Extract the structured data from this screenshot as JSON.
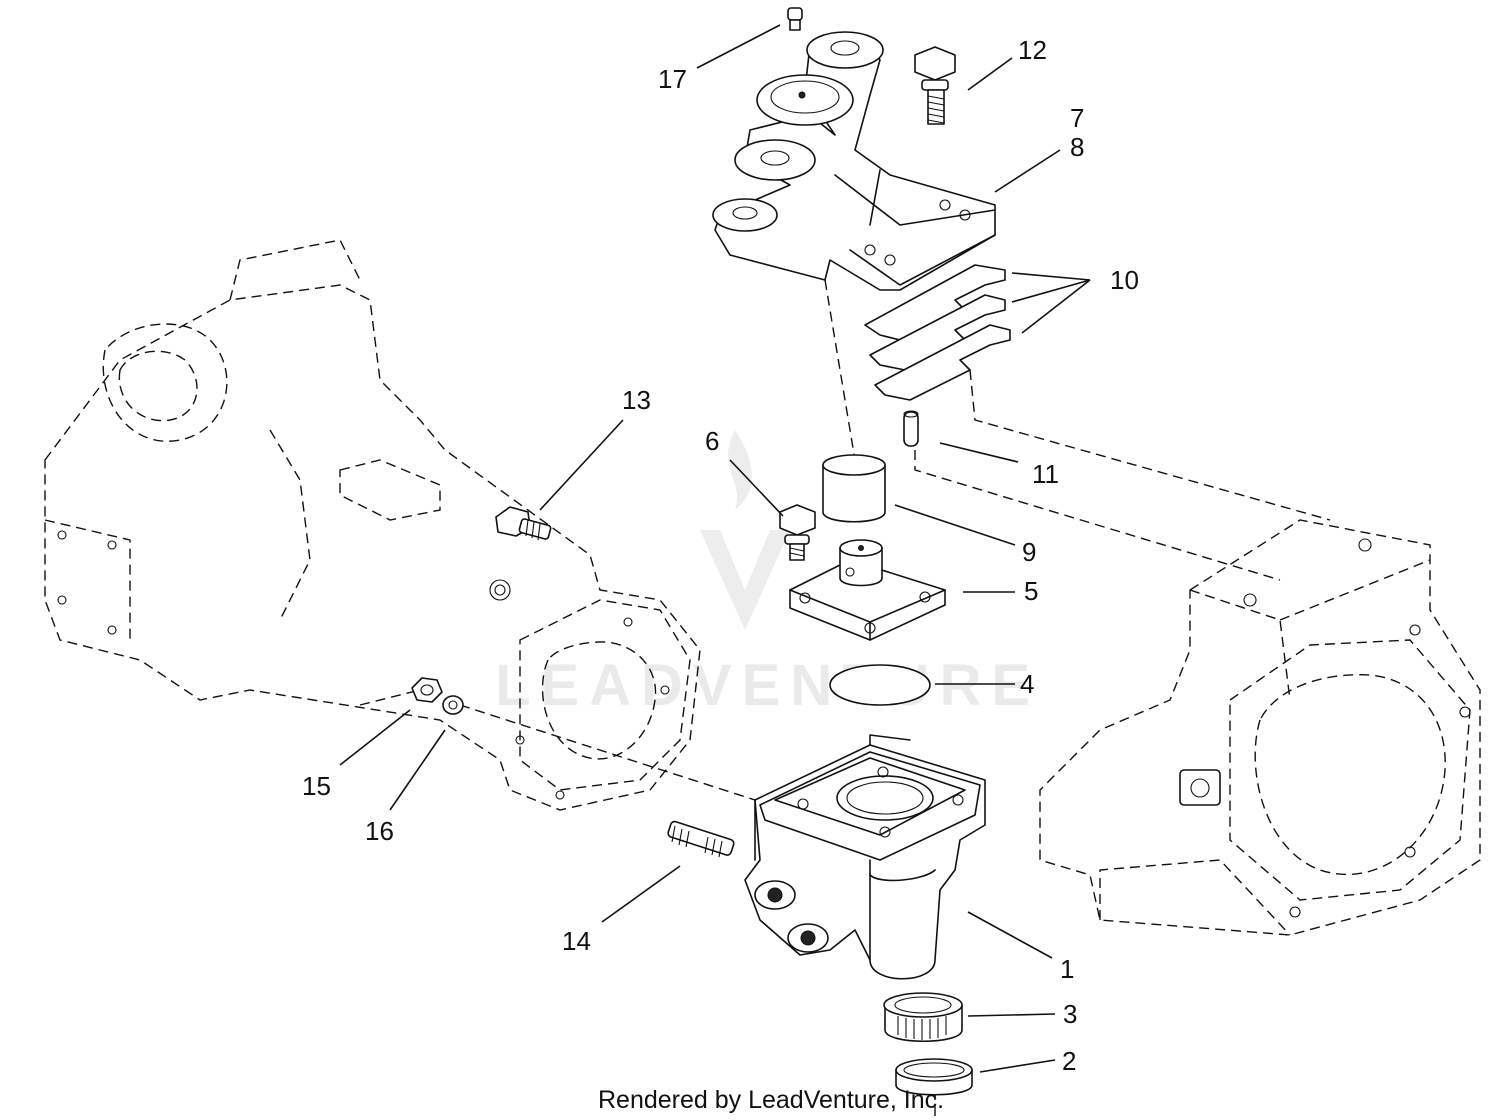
{
  "diagram": {
    "credit": "Rendered by LeadVenture, Inc.",
    "watermark": "LEADVENTURE",
    "callouts": [
      {
        "id": "1",
        "label": "1"
      },
      {
        "id": "2",
        "label": "2"
      },
      {
        "id": "3",
        "label": "3"
      },
      {
        "id": "4",
        "label": "4"
      },
      {
        "id": "5",
        "label": "5"
      },
      {
        "id": "6",
        "label": "6"
      },
      {
        "id": "7",
        "label": "7"
      },
      {
        "id": "8",
        "label": "8"
      },
      {
        "id": "9",
        "label": "9"
      },
      {
        "id": "10",
        "label": "10"
      },
      {
        "id": "11",
        "label": "11"
      },
      {
        "id": "12",
        "label": "12"
      },
      {
        "id": "13",
        "label": "13"
      },
      {
        "id": "14",
        "label": "14"
      },
      {
        "id": "15",
        "label": "15"
      },
      {
        "id": "16",
        "label": "16"
      },
      {
        "id": "17",
        "label": "17"
      }
    ]
  }
}
